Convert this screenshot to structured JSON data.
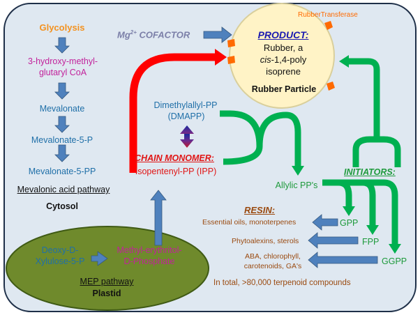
{
  "cytosol_pathway": {
    "glycolysis": "Glycolysis",
    "hmg_line1": "3-hydroxy-methyl-",
    "hmg_line2": "glutaryl CoA",
    "mevalonate": "Mevalonate",
    "mevalonate_5p": "Mevalonate-5-P",
    "mevalonate_5pp": "Mevalonate-5-PP",
    "pathway_title": "Mevalonic acid pathway",
    "compartment": "Cytosol"
  },
  "plastid_pathway": {
    "dxp_line1": "Deoxy-D-",
    "dxp_line2": "Xylulose-5-P",
    "mep_line1": "Methyl-erythritol-",
    "mep_line2": "D-Phosphate",
    "pathway_title": "MEP pathway",
    "compartment": "Plastid"
  },
  "cofactor": {
    "prefix": "Mg",
    "superscript": "2+",
    "suffix": " COFACTOR"
  },
  "rubber_particle": {
    "enzyme": "RubberTransferase",
    "product_heading": "PRODUCT:",
    "product_line1": "Rubber, a",
    "product_line2_italic": "cis",
    "product_line2_rest": "-1,4-poly",
    "product_line3": "isoprene",
    "particle_label": "Rubber Particle"
  },
  "monomers": {
    "dmapp_line1": "Dimethylallyl-PP",
    "dmapp_line2": "(DMAPP)",
    "chain_monomer_heading": "CHAIN MONOMER:",
    "ipp": "Isopentenyl-PP (IPP)"
  },
  "initiators": {
    "heading": "INITIATORS:",
    "allylic": "Allylic PP's",
    "gpp": "GPP",
    "fpp": "FPP",
    "ggpp": "GGPP"
  },
  "resin": {
    "heading": "RESIN:",
    "essential_oils": "Essential oils, monoterpenes",
    "phytoalexins": "Phytoalexins, sterols",
    "ggpp_products_line1": "ABA, chlorophyll,",
    "ggpp_products_line2": "carotenoids, GA's",
    "total": "In total, >80,000 terpenoid compounds"
  },
  "colors": {
    "background": "#dfe8f1",
    "outline": "#1e2f48",
    "blue_arrow": "#4f81bd",
    "red_arrow": "#ff0000",
    "green_arrow": "#00b050",
    "plastid_fill": "#6f8a2c",
    "particle_fill": "#fff3c6",
    "enzyme_orange": "#ff6a00",
    "glycolysis_orange": "#f39220"
  }
}
